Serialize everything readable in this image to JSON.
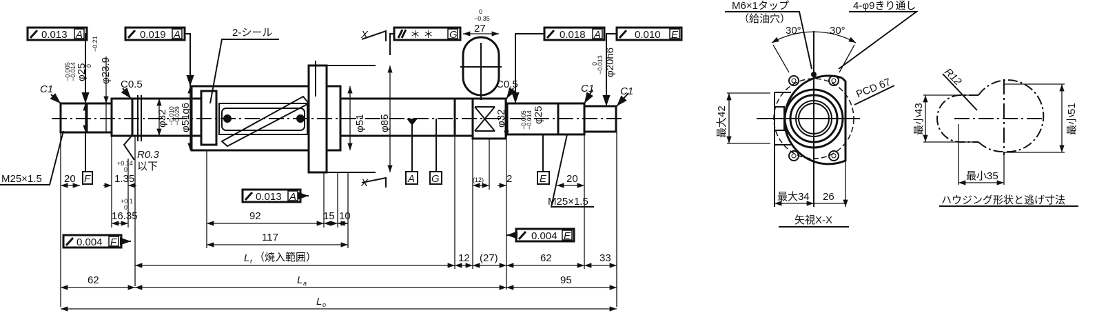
{
  "title": "Ball screw shaft drawing",
  "colors": {
    "ink": "#111111",
    "background": "#ffffff"
  },
  "fcf": [
    {
      "symbol": "circular-runout",
      "value": "0.013",
      "datum": "A"
    },
    {
      "symbol": "circular-runout",
      "value": "0.019",
      "datum": "A"
    },
    {
      "symbol": "parallelism",
      "value": "＊ ＊",
      "datum": "G"
    },
    {
      "symbol": "circular-runout",
      "value": "0.018",
      "datum": "A"
    },
    {
      "symbol": "circular-runout",
      "value": "0.010",
      "datum": "E"
    },
    {
      "symbol": "circular-runout",
      "value": "0.013",
      "datum": "A"
    },
    {
      "symbol": "circular-runout",
      "value": "0.004",
      "datum": "F"
    },
    {
      "symbol": "circular-runout",
      "value": "0.004",
      "datum": "E"
    }
  ],
  "datums": [
    "F",
    "A",
    "G",
    "E"
  ],
  "labels": {
    "seal": "2-シール",
    "c1_left": "C1",
    "c05_left": "C0.5",
    "c05_right": "C0.5",
    "c1_mid": "C1",
    "c1_right": "C1",
    "r03": "R0.3",
    "r03_note": "以下",
    "thread_left": "M25×1.5",
    "thread_right": "M25×1.5",
    "x_top": "X",
    "x_bottom": "X",
    "d25_left": "φ25",
    "d25_left_tol": [
      "−0.005",
      "−0.014"
    ],
    "d239": "φ23.9",
    "d239_tol": [
      "0",
      "−0.21"
    ],
    "d32_left": "φ32",
    "d51g6": "φ51g6",
    "d51g6_tol": [
      "−0.010",
      "−0.029"
    ],
    "d51": "φ51",
    "d85": "φ85",
    "d32_right": "φ32",
    "d25_right": "φ25",
    "d25_right_tol": [
      "−0.005",
      "−0.014"
    ],
    "d20h6": "φ20h6",
    "d20h6_tol": [
      "0",
      "−0.013"
    ],
    "w27": "27",
    "w27_tol": [
      "0",
      "−0.35"
    ]
  },
  "dimensions": {
    "d20_left": "20",
    "d135": "1.35",
    "d135_tol": [
      "+0.14",
      "0"
    ],
    "d1635": "16.35",
    "d1635_tol": [
      "+0.1",
      "0"
    ],
    "d92": "92",
    "d15": "15",
    "d10": "10",
    "d117": "117",
    "d12_paren": "(12)",
    "d2": "2",
    "d20_right": "20",
    "lt": "L",
    "lt_sub": "t",
    "lt_note": "（焼入範囲）",
    "la": "L",
    "la_sub": "a",
    "lo": "L",
    "lo_sub": "o",
    "d62_left": "62",
    "d12": "12",
    "d27_paren": "(27)",
    "d62_right": "62",
    "d33": "33",
    "d95": "95"
  },
  "view_xx": {
    "tap": "M6×1タップ",
    "tap_note": "（給油穴）",
    "holes": "4-φ9きり通し",
    "angle_left": "30°",
    "angle_right": "30°",
    "pcd": "PCD 67",
    "max42": "最大42",
    "max34": "最大34",
    "w26": "26",
    "caption": "矢視X-X"
  },
  "housing": {
    "r12": "R12",
    "min43": "最小43",
    "min51": "最小51",
    "min35": "最小35",
    "caption": "ハウジング形状と逃げ寸法"
  }
}
